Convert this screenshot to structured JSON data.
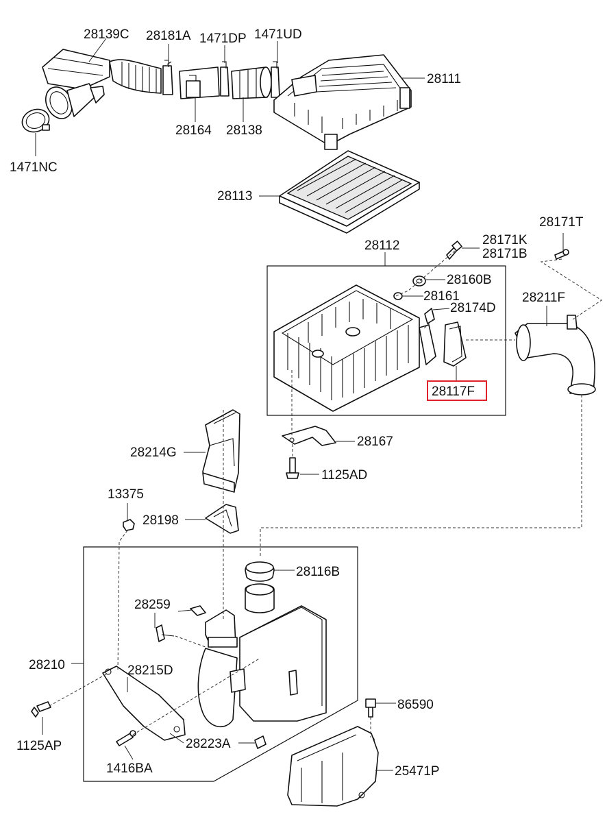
{
  "highlight_color": "#e0202a",
  "labels": {
    "p28139C": "28139C",
    "p28181A": "28181A",
    "p1471DP": "1471DP",
    "p1471UD": "1471UD",
    "p28111": "28111",
    "p28164": "28164",
    "p28138": "28138",
    "p1471NC": "1471NC",
    "p28113": "28113",
    "p28171T": "28171T",
    "p28171K": "28171K",
    "p28171B": "28171B",
    "p28112": "28112",
    "p28160B": "28160B",
    "p28161": "28161",
    "p28174D": "28174D",
    "p28211F": "28211F",
    "p28117F": "28117F",
    "p28167": "28167",
    "p1125AD": "1125AD",
    "p28214G": "28214G",
    "p13375": "13375",
    "p28198": "28198",
    "p28116B": "28116B",
    "p28259": "28259",
    "p28210": "28210",
    "p28215D": "28215D",
    "p86590": "86590",
    "p1125AP": "1125AP",
    "p28223A": "28223A",
    "p1416BA": "1416BA",
    "p25471P": "25471P"
  }
}
